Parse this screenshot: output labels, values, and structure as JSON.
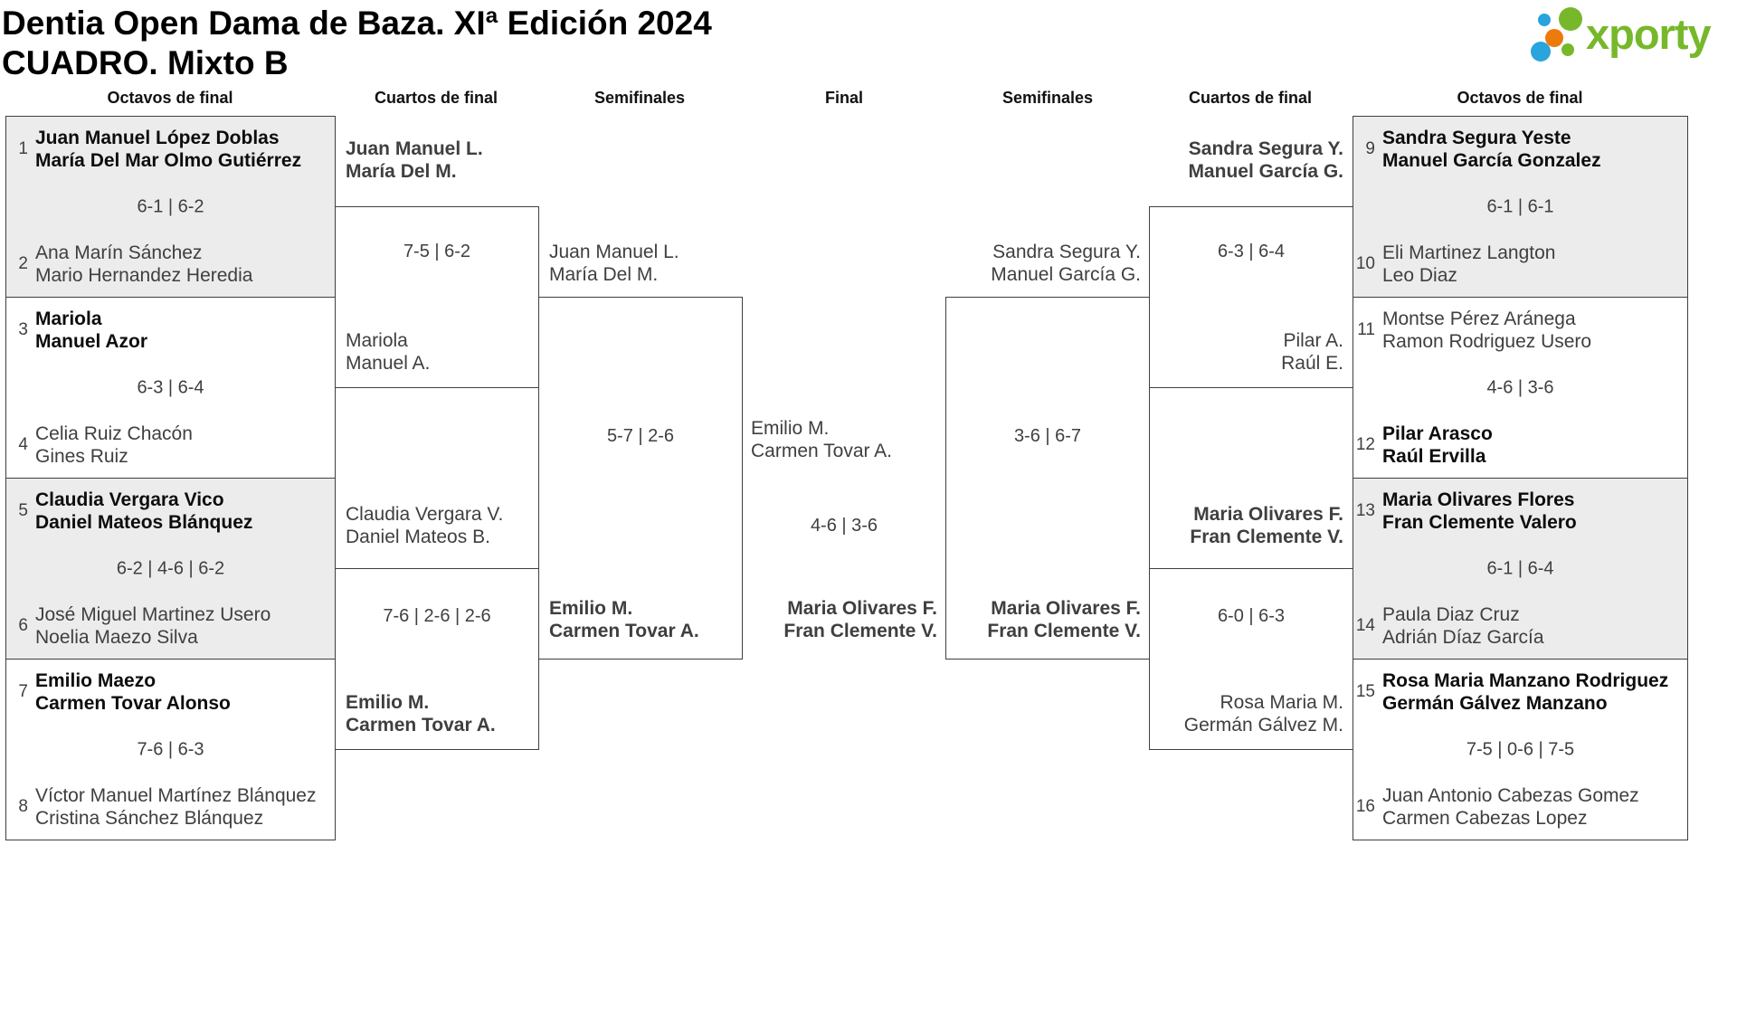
{
  "title": {
    "line1": "Dentia Open Dama de Baza. XIª Edición 2024",
    "line2": "CUADRO. Mixto B"
  },
  "logo": {
    "text": "xporty",
    "colors": {
      "green": "#76b82a",
      "blue": "#29a4dc",
      "orange": "#ec7b0c"
    }
  },
  "round_headers": [
    "Octavos de final",
    "Cuartos de final",
    "Semifinales",
    "Final",
    "Semifinales",
    "Cuartos de final",
    "Octavos de final"
  ],
  "colors": {
    "border": "#3f3f3f",
    "shaded_box": "#ececec",
    "winner_text": "#0d0d0d",
    "regular_text": "#3f3f3f"
  },
  "r16": [
    {
      "seed_top": "1",
      "team_top": [
        "Juan Manuel López Doblas",
        "María Del Mar Olmo Gutiérrez"
      ],
      "score": "6-1 | 6-2",
      "seed_bot": "2",
      "team_bot": [
        "Ana Marín Sánchez",
        "Mario Hernandez Heredia"
      ]
    },
    {
      "seed_top": "3",
      "team_top": [
        "Mariola",
        "Manuel Azor"
      ],
      "score": "6-3 | 6-4",
      "seed_bot": "4",
      "team_bot": [
        "Celia Ruiz Chacón",
        "Gines Ruiz"
      ]
    },
    {
      "seed_top": "5",
      "team_top": [
        "Claudia Vergara Vico",
        "Daniel Mateos Blánquez"
      ],
      "score": "6-2 | 4-6 | 6-2",
      "seed_bot": "6",
      "team_bot": [
        "José Miguel Martinez Usero",
        "Noelia Maezo Silva"
      ]
    },
    {
      "seed_top": "7",
      "team_top": [
        "Emilio Maezo",
        "Carmen Tovar Alonso"
      ],
      "score": "7-6 | 6-3",
      "seed_bot": "8",
      "team_bot": [
        "Víctor Manuel Martínez Blánquez",
        "Cristina Sánchez Blánquez"
      ]
    },
    {
      "seed_top": "9",
      "team_top": [
        "Sandra Segura Yeste",
        "Manuel García Gonzalez"
      ],
      "score": "6-1 | 6-1",
      "seed_bot": "10",
      "team_bot": [
        "Eli Martinez Langton",
        "Leo Diaz"
      ]
    },
    {
      "seed_top": "11",
      "team_top": [
        "Montse Pérez Aránega",
        "Ramon Rodriguez Usero"
      ],
      "score": "4-6 | 3-6",
      "seed_bot": "12",
      "team_bot": [
        "Pilar Arasco",
        "Raúl Ervilla"
      ]
    },
    {
      "seed_top": "13",
      "team_top": [
        "Maria Olivares Flores",
        "Fran Clemente Valero"
      ],
      "score": "6-1 | 6-4",
      "seed_bot": "14",
      "team_bot": [
        "Paula Diaz Cruz",
        "Adrián Díaz García"
      ]
    },
    {
      "seed_top": "15",
      "team_top": [
        "Rosa Maria Manzano Rodriguez",
        "Germán Gálvez Manzano"
      ],
      "score": "7-5 | 0-6 | 7-5",
      "seed_bot": "16",
      "team_bot": [
        "Juan Antonio Cabezas Gomez",
        "Carmen Cabezas Lopez"
      ]
    }
  ],
  "qf": [
    {
      "top": [
        "Juan Manuel L.",
        "María Del M."
      ],
      "score": "7-5 | 6-2",
      "bottom": [
        "Mariola",
        "Manuel A."
      ]
    },
    {
      "top": [
        "Claudia Vergara V.",
        "Daniel Mateos B."
      ],
      "score": "7-6 | 2-6 | 2-6",
      "bottom": [
        "Emilio M.",
        "Carmen Tovar A."
      ]
    },
    {
      "top": [
        "Sandra Segura Y.",
        "Manuel García G."
      ],
      "score": "6-3 | 6-4",
      "bottom": [
        "Pilar A.",
        "Raúl E."
      ]
    },
    {
      "top": [
        "Maria Olivares F.",
        "Fran Clemente V."
      ],
      "score": "6-0 | 6-3",
      "bottom": [
        "Rosa Maria M.",
        "Germán Gálvez M."
      ]
    }
  ],
  "sf": [
    {
      "top": [
        "Juan Manuel L.",
        "María Del M."
      ],
      "score": "5-7 | 2-6",
      "bottom": [
        "Emilio M.",
        "Carmen Tovar A."
      ]
    },
    {
      "top": [
        "Sandra Segura Y.",
        "Manuel García G."
      ],
      "score": "3-6 | 6-7",
      "bottom": [
        "Maria Olivares F.",
        "Fran Clemente V."
      ]
    }
  ],
  "final": {
    "finalist": [
      "Emilio M.",
      "Carmen Tovar A."
    ],
    "score": "4-6 | 3-6",
    "winner": [
      "Maria Olivares F.",
      "Fran Clemente V."
    ]
  }
}
